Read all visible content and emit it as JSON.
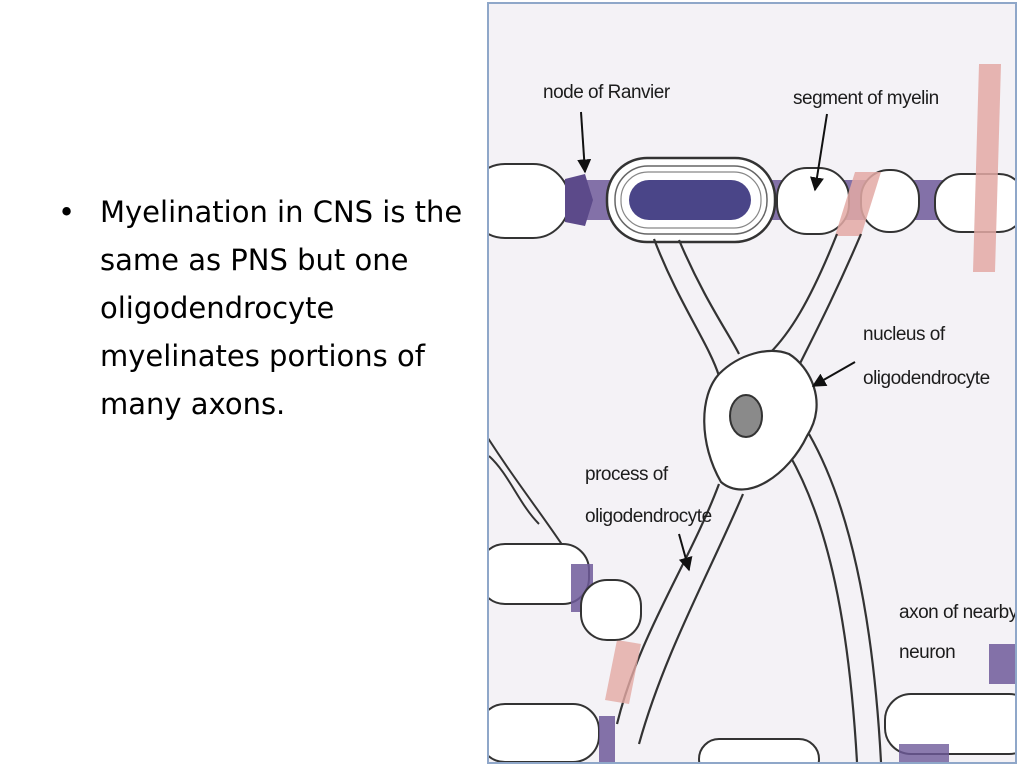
{
  "slide": {
    "bullet_symbol": "•",
    "bullet_text": "Myelination in CNS is the same as PNS but one oligodendrocyte myelinates portions of many axons."
  },
  "diagram": {
    "labels": {
      "node_of_ranvier": "node of Ranvier",
      "segment_of_myelin": "segment of myelin",
      "nucleus_line1": "nucleus of",
      "nucleus_line2": "oligodendrocyte",
      "process_line1": "process of",
      "process_line2": "oligodendrocyte",
      "axon_line1": "axon of nearby",
      "axon_line2": "neuron"
    },
    "colors": {
      "border": "#8fa7c9",
      "node_purple": "#6e5a9a",
      "axon_blue": "#4a4588",
      "myelin_pink": "#e3a9a4",
      "nucleus_gray": "#8a8a8a",
      "background": "#f4f2f6"
    }
  }
}
